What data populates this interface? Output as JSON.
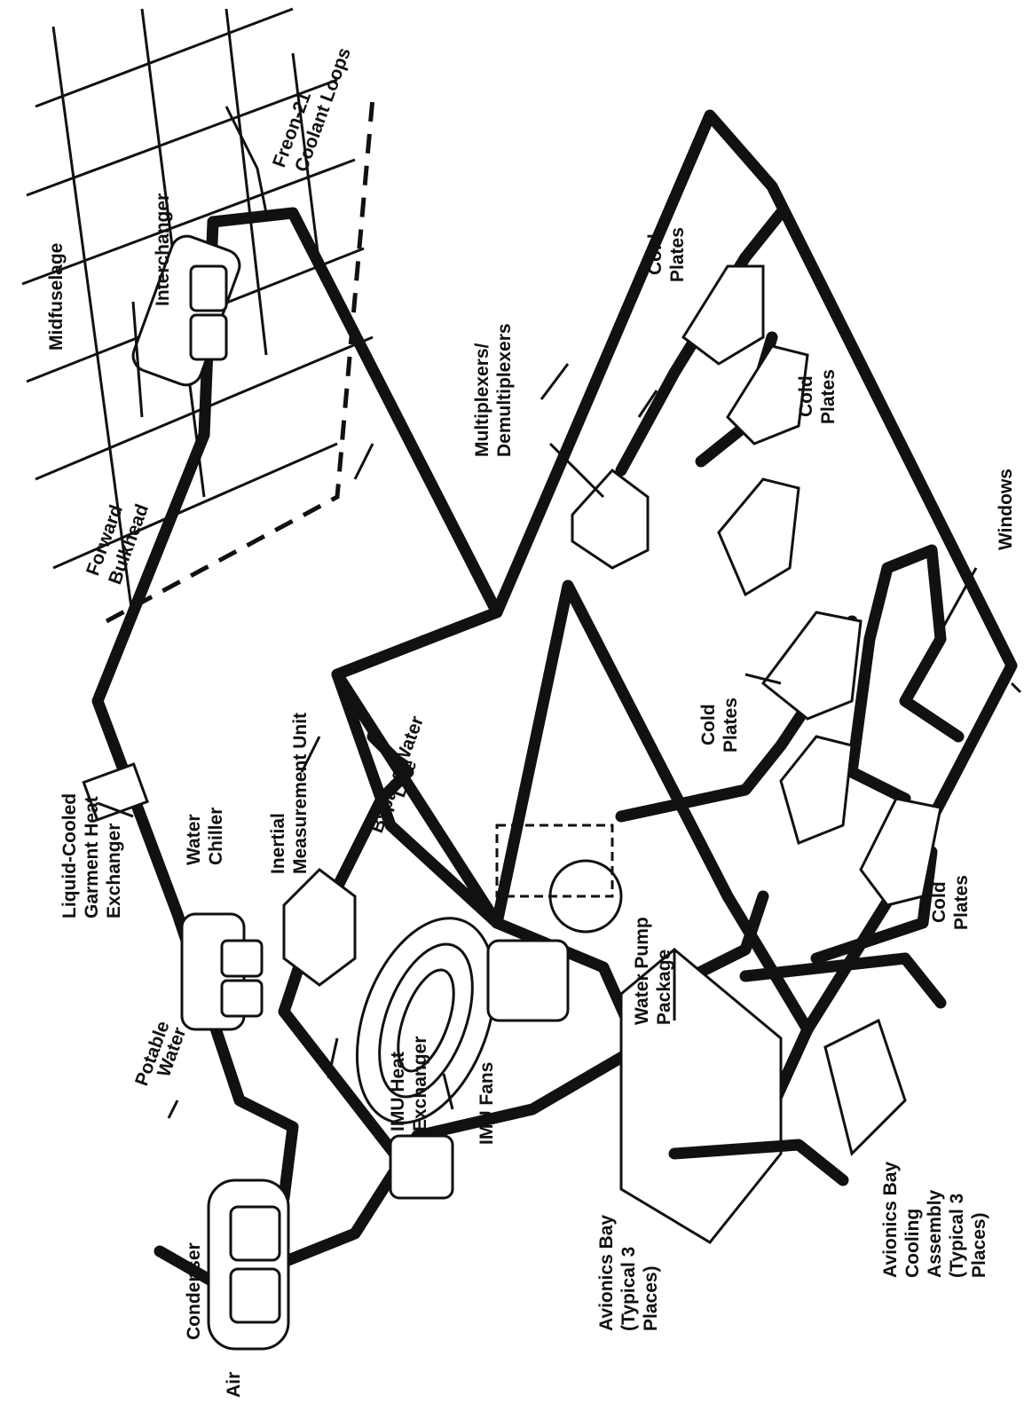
{
  "labels": {
    "midfuselage": "Midfuselage",
    "interchanger": "Interchanger",
    "freon_line1": "Freon-21",
    "freon_line2": "Coolant Loops",
    "forward_bulkhead_line1": "Forward",
    "forward_bulkhead_line2": "Bulkhead",
    "multiplexers_line1": "Multiplexers/",
    "multiplexers_line2": "Demultiplexers",
    "cold_plates_a1": "Cold",
    "cold_plates_a2": "Plates",
    "cold_plates_b1": "Cold",
    "cold_plates_b2": "Plates",
    "cold_plates_c1": "Cold",
    "cold_plates_c2": "Plates",
    "cold_plates_d1": "Cold",
    "cold_plates_d2": "Plates",
    "windows": "Windows",
    "lcg_line1": "Liquid-Cooled",
    "lcg_line2": "Garment Heat",
    "lcg_line3": "Exchanger",
    "water_chiller_line1": "Water",
    "water_chiller_line2": "Chiller",
    "imu_line1": "Inertial",
    "imu_line2": "Measurement Unit",
    "bypass_line1": "Bypass Water",
    "bypass_line2": "Line",
    "potable_line1": "Potable",
    "potable_line2": "Water",
    "imu_hx_line1": "IMU Heat",
    "imu_hx_line2": "Exchanger",
    "imu_fans": "IMU Fans",
    "water_pump_line1": "Water Pump",
    "water_pump_line2": "Package",
    "condenser": "Condenser",
    "air": "Air",
    "avionics_bay_line1": "Avionics Bay",
    "avionics_bay_line2": "(Typical 3",
    "avionics_bay_line3": "Places)",
    "cooling_line1": "Avionics Bay",
    "cooling_line2": "Cooling",
    "cooling_line3": "Assembly",
    "cooling_line4": "(Typical 3",
    "cooling_line5": "Places)"
  }
}
